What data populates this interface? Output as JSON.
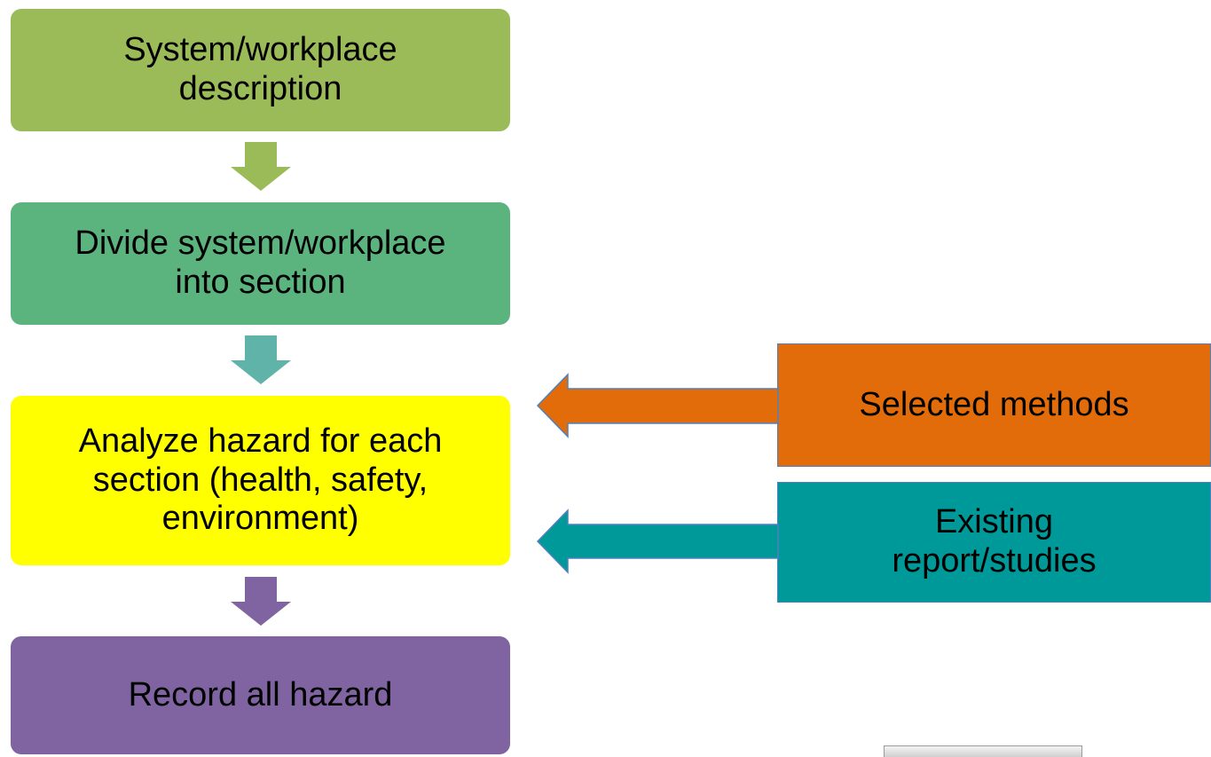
{
  "steps": [
    {
      "label": "System/workplace\ndescription",
      "color": "#9bbb59"
    },
    {
      "label": "Divide system/workplace\ninto section",
      "color": "#5bb47d"
    },
    {
      "label": "Analyze hazard for each\nsection (health, safety,\nenvironment)",
      "color": "#ffff00"
    },
    {
      "label": "Record all hazard",
      "color": "#8064a2"
    }
  ],
  "inputs": [
    {
      "label": "Selected methods",
      "color": "#e36c0a"
    },
    {
      "label": "Existing\nreport/studies",
      "color": "#009999"
    }
  ]
}
